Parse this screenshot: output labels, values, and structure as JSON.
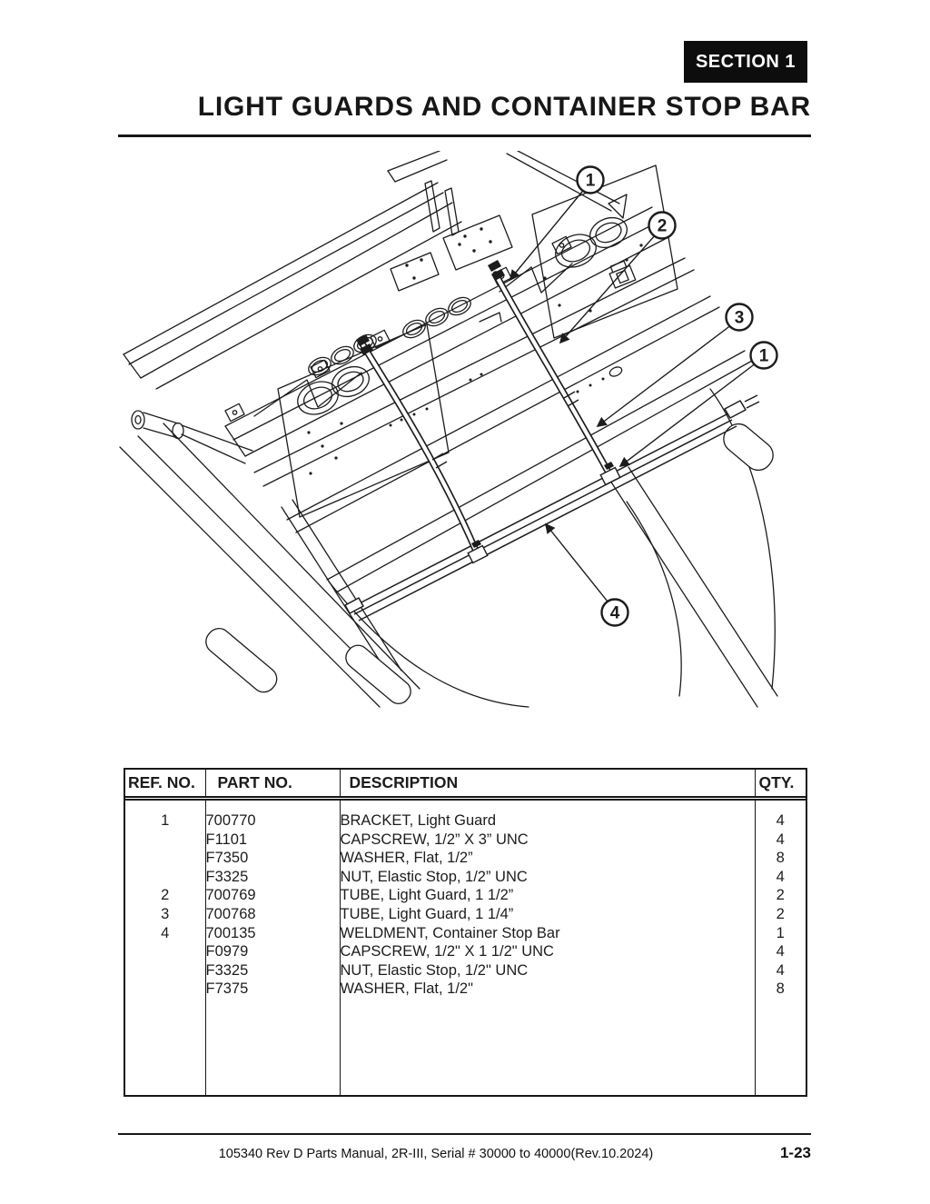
{
  "page": {
    "section_badge": "SECTION 1",
    "title": "LIGHT GUARDS AND CONTAINER STOP BAR",
    "footer_text": "105340 Rev D Parts Manual, 2R-III, Serial # 30000 to 40000(Rev.10.2024)",
    "page_number": "1-23"
  },
  "colors": {
    "ink": "#1c1c1c",
    "badge_bg": "#0d0d0d",
    "paper": "#ffffff"
  },
  "diagram": {
    "callouts": [
      {
        "label": "1"
      },
      {
        "label": "2"
      },
      {
        "label": "3"
      },
      {
        "label": "1"
      },
      {
        "label": "4"
      }
    ]
  },
  "table": {
    "headers": [
      "REF. NO.",
      "PART NO.",
      "DESCRIPTION",
      "QTY."
    ],
    "rows": [
      {
        "ref": "1",
        "part": "700770",
        "desc": "BRACKET, Light Guard",
        "qty": "4"
      },
      {
        "ref": "",
        "part": "F1101",
        "desc": "CAPSCREW, 1/2” X 3” UNC",
        "qty": "4"
      },
      {
        "ref": "",
        "part": "F7350",
        "desc": "WASHER, Flat, 1/2”",
        "qty": "8"
      },
      {
        "ref": "",
        "part": "F3325",
        "desc": "NUT, Elastic Stop, 1/2” UNC",
        "qty": "4"
      },
      {
        "ref": "2",
        "part": "700769",
        "desc": "TUBE, Light Guard, 1 1/2”",
        "qty": "2"
      },
      {
        "ref": "3",
        "part": "700768",
        "desc": "TUBE, Light Guard, 1 1/4”",
        "qty": "2"
      },
      {
        "ref": "4",
        "part": "700135",
        "desc": "WELDMENT, Container Stop Bar",
        "qty": "1"
      },
      {
        "ref": "",
        "part": "F0979",
        "desc": "CAPSCREW, 1/2\" X 1 1/2\" UNC",
        "qty": "4"
      },
      {
        "ref": "",
        "part": "F3325",
        "desc": "NUT, Elastic Stop, 1/2\" UNC",
        "qty": "4"
      },
      {
        "ref": "",
        "part": "F7375",
        "desc": "WASHER, Flat, 1/2\"",
        "qty": "8"
      }
    ]
  }
}
